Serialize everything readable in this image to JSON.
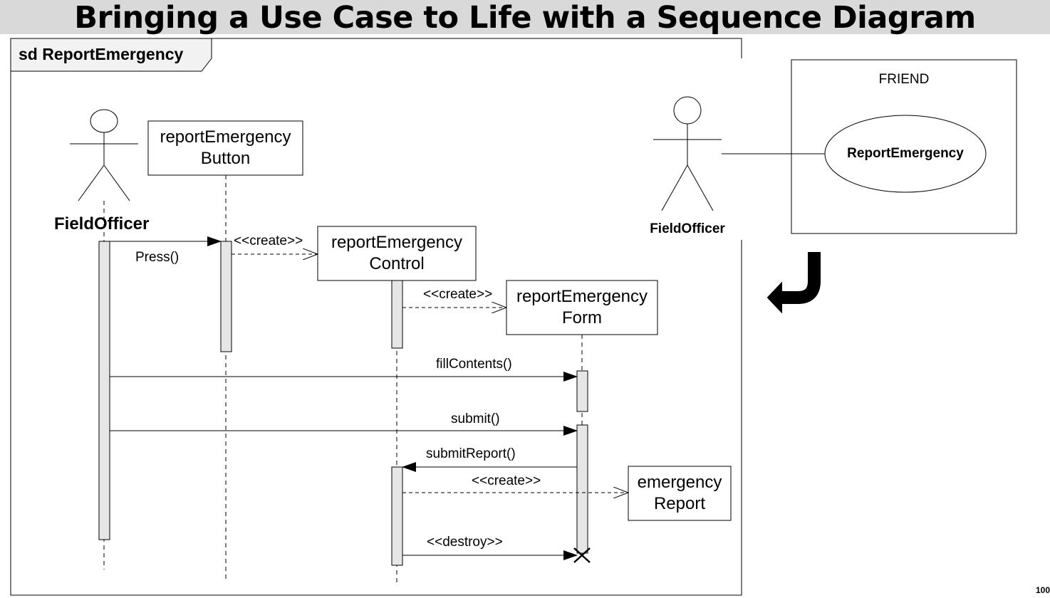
{
  "page_title": "Bringing a Use Case to Life with a Sequence Diagram",
  "frame": {
    "label": "sd ReportEmergency"
  },
  "actor": {
    "name": "FieldOfficer"
  },
  "lifelines": {
    "button": {
      "line1": "reportEmergency",
      "line2": "Button"
    },
    "control": {
      "line1": "reportEmergency",
      "line2": "Control"
    },
    "form": {
      "line1": "reportEmergency",
      "line2": "Form"
    },
    "report": {
      "line1": "emergency",
      "line2": "Report"
    }
  },
  "messages": {
    "press": "Press()",
    "create_control": "<<create>>",
    "create_form": "<<create>>",
    "fill_contents": "fillContents()",
    "submit": "submit()",
    "submit_report": "submitReport()",
    "create_report": "<<create>>",
    "destroy": "<<destroy>>"
  },
  "use_case_diagram": {
    "system_name": "FRIEND",
    "actor_name": "FieldOfficer",
    "use_case": "ReportEmergency"
  },
  "slide_number": "100"
}
